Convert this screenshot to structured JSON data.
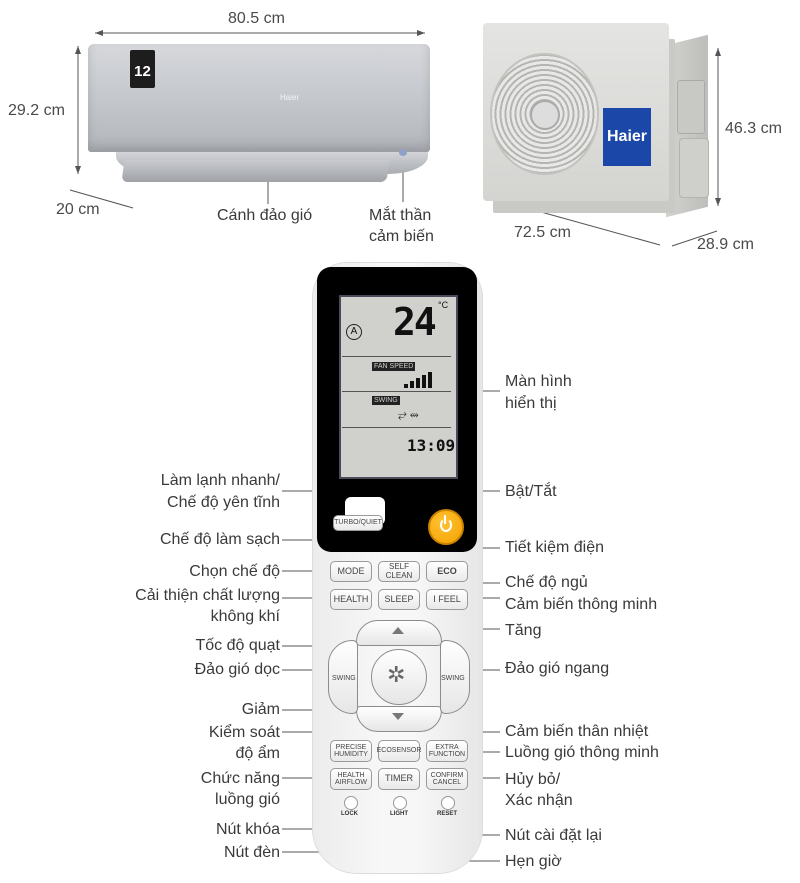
{
  "dimensions": {
    "indoor_width": "80.5 cm",
    "indoor_height": "29.2 cm",
    "indoor_depth": "20 cm",
    "outdoor_height": "46.3 cm",
    "outdoor_width": "72.5 cm",
    "outdoor_depth": "28.9 cm"
  },
  "indoor_labels": {
    "flap": "Cánh đảo gió",
    "sensor_line1": "Mắt thần",
    "sensor_line2": "cảm biến"
  },
  "indoor_unit": {
    "energy_rating": "12",
    "logo": "Haier"
  },
  "outdoor_unit": {
    "logo": "Haier"
  },
  "lcd": {
    "temperature": "24",
    "unit": "°C",
    "mode_icon": "A",
    "fan_speed_tag": "FAN SPEED",
    "swing_tag": "SWING",
    "time": "13:09"
  },
  "buttons": {
    "turbo_quiet": "TURBO/QUIET",
    "mode": "MODE",
    "self_clean": "SELF CLEAN",
    "eco": "ECO",
    "health": "HEALTH",
    "sleep": "SLEEP",
    "ifeel": "I FEEL",
    "swing_left": "SWING",
    "swing_right": "SWING",
    "precise_humidity": "PRECISE HUMIDITY",
    "ecosensor": "ECOSENSOR",
    "extra_function": "EXTRA FUNCTION",
    "health_airflow": "HEALTH AIRFLOW",
    "timer": "TIMER",
    "confirm_cancel": "CONFIRM CANCEL",
    "lock": "LOCK",
    "light": "LIGHT",
    "reset": "RESET"
  },
  "callouts": {
    "display_line1": "Màn hình",
    "display_line2": "hiển thị",
    "turbo_line1": "Làm lạnh nhanh/",
    "turbo_line2": "Chế độ yên tĩnh",
    "power": "Bật/Tắt",
    "self_clean": "Chế độ làm sạch",
    "eco": "Tiết kiệm điện",
    "mode": "Chọn chế độ",
    "sleep": "Chế độ ngủ",
    "health_line1": "Cải thiện chất lượng",
    "health_line2": "không khí",
    "ifeel": "Cảm biến thông minh",
    "up": "Tăng",
    "fan_speed": "Tốc độ quạt",
    "swing_vertical": "Đảo gió dọc",
    "swing_horizontal": "Đảo gió ngang",
    "down": "Giảm",
    "humidity_line1": "Kiểm soát",
    "humidity_line2": "độ ẩm",
    "ecosensor": "Cảm biến thân nhiệt",
    "extra": "Luồng gió thông minh",
    "airflow_line1": "Chức năng",
    "airflow_line2": "luồng gió",
    "cancel_line1": "Hủy bỏ/",
    "cancel_line2": "Xác nhận",
    "lock": "Nút khóa",
    "reset": "Nút cài đặt lại",
    "light": "Nút đèn",
    "timer": "Hẹn giờ"
  },
  "colors": {
    "power_button": "#f5a100",
    "haier_badge": "#1a47a8",
    "sensor": "#8fa0c9"
  }
}
